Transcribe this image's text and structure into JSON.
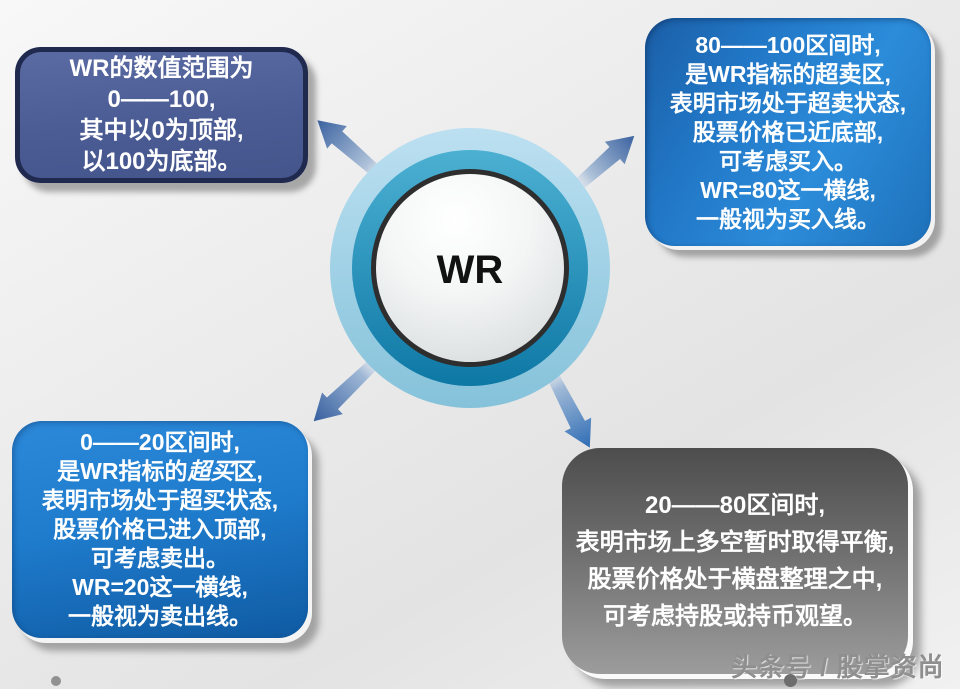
{
  "colors": {
    "box_slate_blue": "#4b5c94",
    "box_bright_blue": "#1f7ccd",
    "box_gray": "#6e6e6e",
    "ring_light_blue": "#a9d5e8",
    "ring_teal": "#1f8fb8",
    "arrow_blue": "#3b62a0",
    "text_white": "#ffffff"
  },
  "center": {
    "label": "WR"
  },
  "boxes": {
    "top_left": {
      "lines": [
        "WR的数值范围为",
        "0——100,",
        "其中以0为顶部,",
        "以100为底部。"
      ]
    },
    "top_right": {
      "lines": [
        "80——100区间时,",
        "是WR指标的超卖区,",
        "表明市场处于超卖状态,",
        "股票价格已近底部,",
        "可考虑买入。",
        "WR=80这一横线,",
        "一般视为买入线。"
      ]
    },
    "bottom_left": {
      "lines": [
        "0——20区间时,",
        {
          "pre": "是WR指标的",
          "em": "超买",
          "post": "区,"
        },
        "表明市场处于超买状态,",
        "股票价格已进入顶部,",
        "可考虑卖出。",
        "WR=20这一横线,",
        "一般视为卖出线。"
      ]
    },
    "bottom_right": {
      "lines": [
        "20——80区间时,",
        "表明市场上多空暂时取得平衡,",
        "股票价格处于横盘整理之中,",
        "可考虑持股或持币观望。"
      ]
    }
  },
  "watermark": {
    "text": "头条号 / 股掌资尚"
  }
}
